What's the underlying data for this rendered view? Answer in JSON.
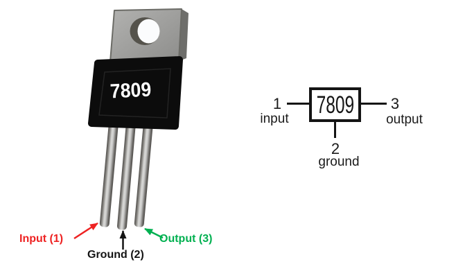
{
  "package": {
    "marking": "7809",
    "pin_labels": {
      "input": {
        "text": "Input (1)",
        "color": "#ee2222"
      },
      "ground": {
        "text": "Ground (2)",
        "color": "#141414"
      },
      "output": {
        "text": "Output (3)",
        "color": "#00b050"
      }
    }
  },
  "schematic": {
    "chip_label": "7809",
    "pins": {
      "p1": {
        "number": "1",
        "name": "input"
      },
      "p2": {
        "number": "2",
        "name": "ground"
      },
      "p3": {
        "number": "3",
        "name": "output"
      }
    }
  },
  "colors": {
    "input_arrow": "#ee2222",
    "ground_arrow": "#141414",
    "output_arrow": "#00b050",
    "package_body": "#0c0c0c",
    "tab_metal": "#9c9c9a",
    "background": "#ffffff"
  }
}
